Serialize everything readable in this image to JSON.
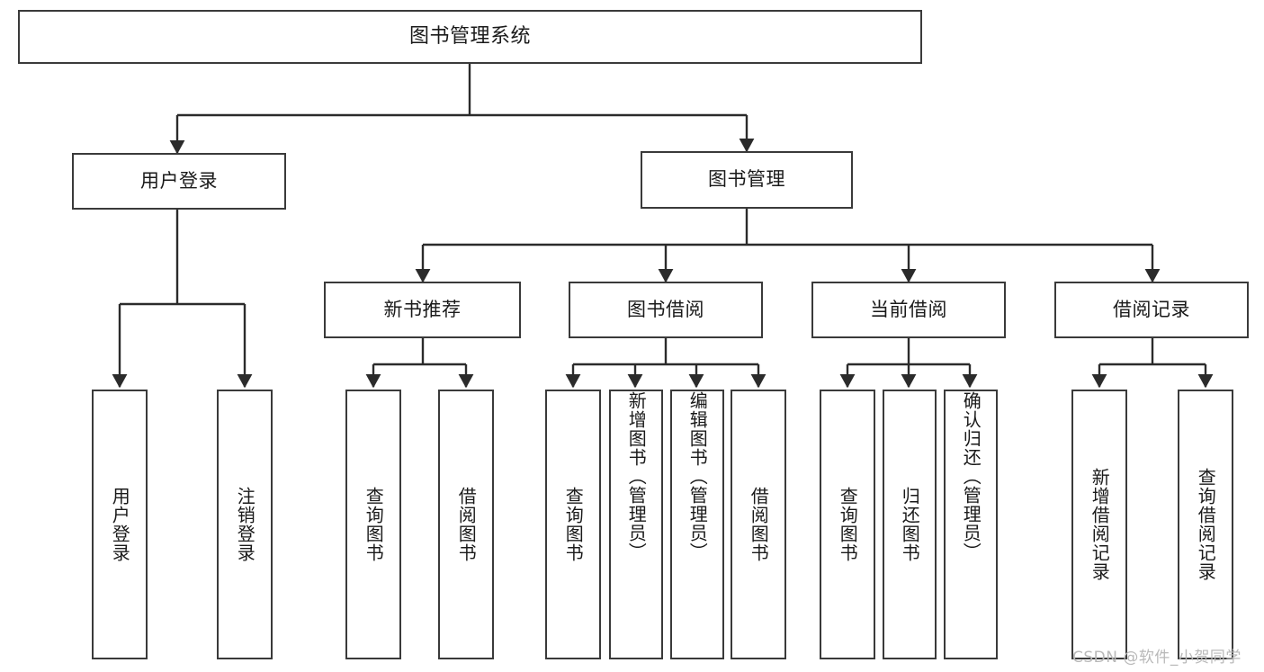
{
  "diagram": {
    "title": "图书管理系统",
    "type": "tree-hierarchy",
    "style": {
      "background": "#ffffff",
      "node_border": "#3a3a3a",
      "node_fill": "#ffffff",
      "edge_color": "#2b2b2b",
      "text_color": "#1a1a1a",
      "watermark_color": "#b9b9b9"
    }
  },
  "watermark": {
    "text": "CSDN @软件_小贺同学"
  },
  "nodes": {
    "root": {
      "label": "图书管理系统"
    },
    "level2": [
      {
        "label": "用户登录"
      },
      {
        "label": "图书管理"
      }
    ],
    "level3": [
      {
        "label": "新书推荐"
      },
      {
        "label": "图书借阅"
      },
      {
        "label": "当前借阅"
      },
      {
        "label": "借阅记录"
      }
    ],
    "leaves": {
      "user_login": [
        {
          "label": "用户登录"
        },
        {
          "label": "注销登录"
        }
      ],
      "new_book_recommend": [
        {
          "label": "查询图书"
        },
        {
          "label": "借阅图书"
        }
      ],
      "book_borrow": [
        {
          "label": "查询图书"
        },
        {
          "label": "新增图书（管理员）"
        },
        {
          "label": "编辑图书（管理员）"
        },
        {
          "label": "借阅图书"
        }
      ],
      "current_borrow": [
        {
          "label": "查询图书"
        },
        {
          "label": "归还图书"
        },
        {
          "label": "确认归还（管理员）"
        }
      ],
      "borrow_record": [
        {
          "label": "新增借阅记录"
        },
        {
          "label": "查询借阅记录"
        }
      ]
    }
  }
}
